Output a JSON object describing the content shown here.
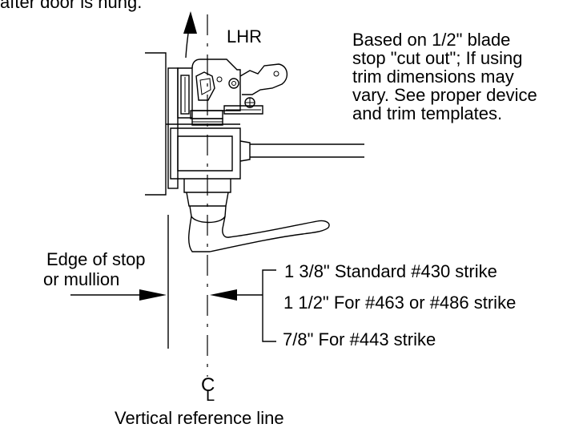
{
  "top_partial_text": "after door is hung.",
  "handing_label": "LHR",
  "note": [
    "Based on 1/2\" blade",
    "stop \"cut out\"; If using",
    "trim dimensions may",
    "vary. See proper device",
    "and trim templates."
  ],
  "edge_label": [
    "Edge of stop",
    "or mullion"
  ],
  "dimensions": [
    "1 3/8\" Standard #430 strike",
    "1 1/2\" For #463 or #486 strike",
    "7/8\"  For #443 strike"
  ],
  "centerline_symbol": "C",
  "centerline_symbol_sub": "L",
  "reference_label": "Vertical reference line"
}
